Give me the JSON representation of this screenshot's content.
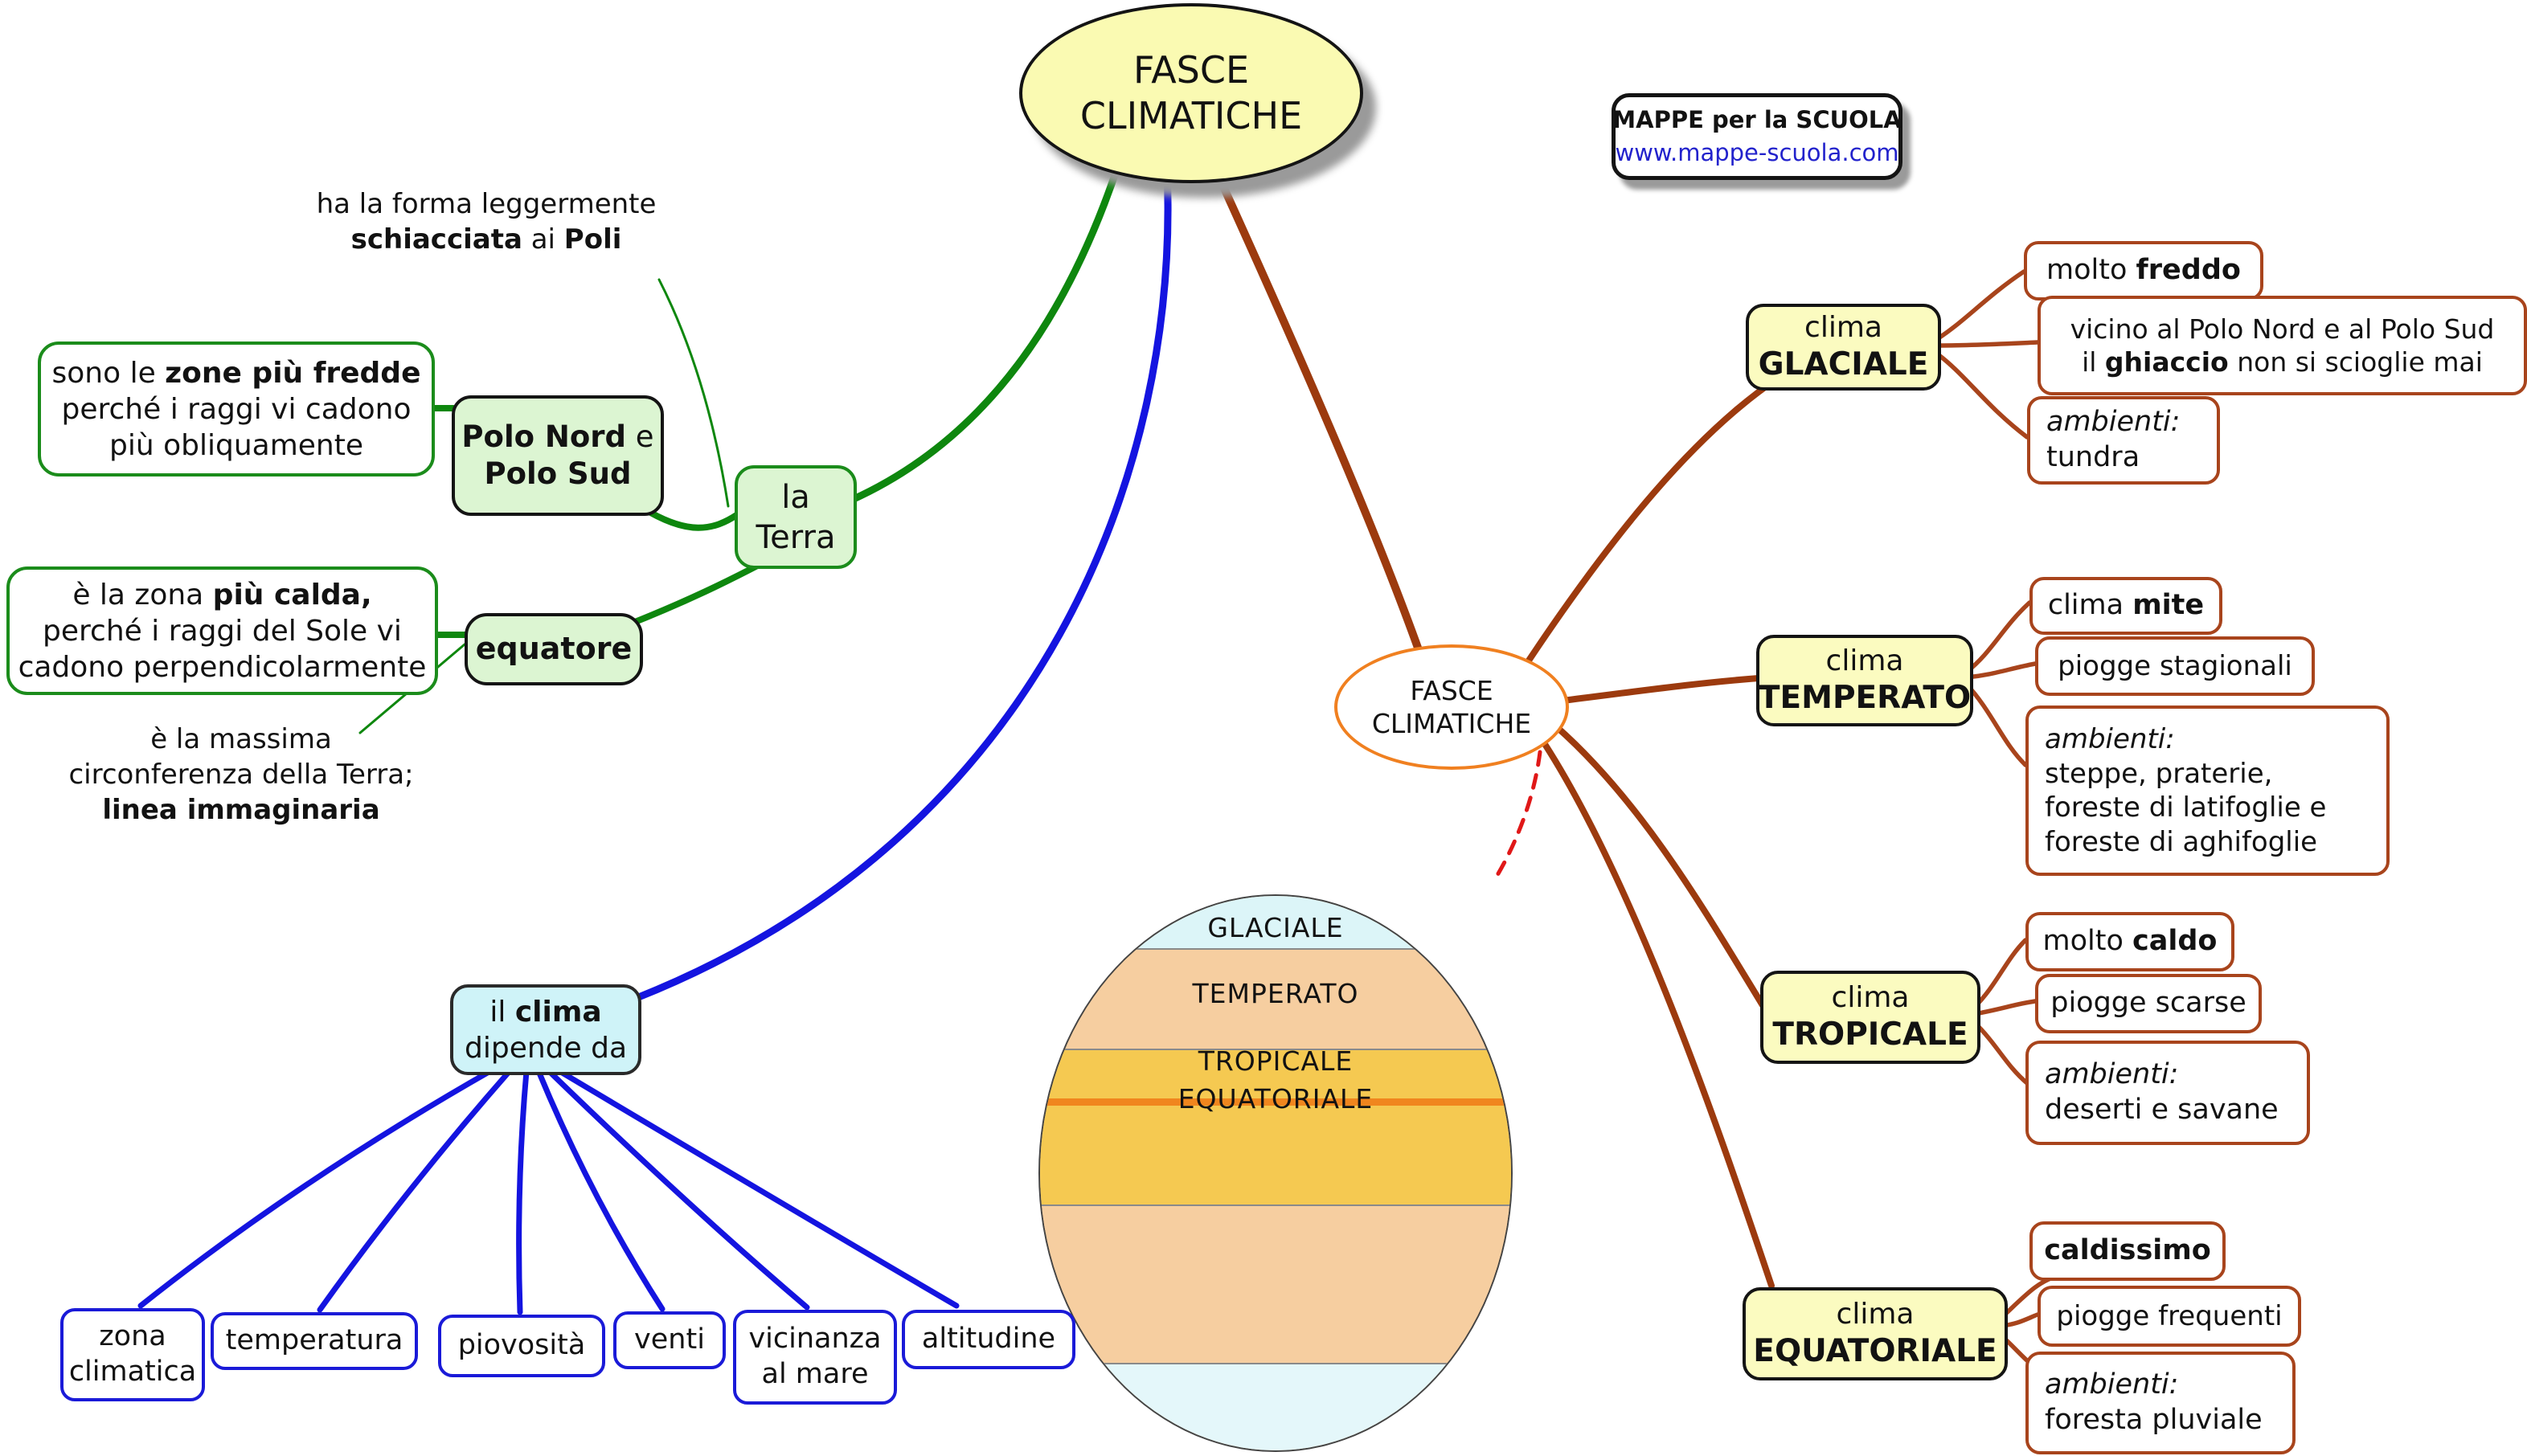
{
  "colors": {
    "green_line": "#0E870E",
    "green_border": "#1B8C1B",
    "green_fill": "#DCF5D2",
    "blue_line": "#1414E0",
    "blue_border": "#1A1AD8",
    "cyan_fill": "#CFF3F8",
    "brown_line": "#9C3A0E",
    "brown_border": "#A8441C",
    "node_yellow": "#FBFBC0",
    "root_yellow": "#FAFAB2",
    "orange_ellipse": "#F08020",
    "red_dashed": "#E01818",
    "url_blue": "#2222CC",
    "globe_blue": "#DCF5F8",
    "globe_peach": "#F6CEA0",
    "globe_yellow": "#F5C951"
  },
  "root": {
    "lines": [
      [
        {
          "t": "FASCE"
        }
      ],
      [
        {
          "t": "CLIMATICHE"
        }
      ]
    ]
  },
  "brand": {
    "title": "MAPPE per la SCUOLA",
    "url": "www.mappe-scuola.com"
  },
  "terra_branch": {
    "forma_note": {
      "lines": [
        [
          {
            "t": "ha la forma leggermente"
          }
        ],
        [
          {
            "t": "schiacciata",
            "b": 1
          },
          {
            "t": " ai "
          },
          {
            "t": "Poli",
            "b": 1
          }
        ]
      ]
    },
    "sono_box": {
      "lines": [
        [
          {
            "t": "sono le "
          },
          {
            "t": "zone più fredde",
            "b": 1
          }
        ],
        [
          {
            "t": "perché i raggi vi cadono"
          }
        ],
        [
          {
            "t": "più obliquamente"
          }
        ]
      ]
    },
    "polo_box": {
      "lines": [
        [
          {
            "t": "Polo Nord",
            "b": 1
          },
          {
            "t": " e"
          }
        ],
        [
          {
            "t": "Polo Sud",
            "b": 1
          }
        ]
      ]
    },
    "terra_box": {
      "lines": [
        [
          {
            "t": "la"
          }
        ],
        [
          {
            "t": "Terra"
          }
        ]
      ]
    },
    "equatore_box": {
      "lines": [
        [
          {
            "t": "equatore",
            "b": 1
          }
        ]
      ]
    },
    "calda_box": {
      "lines": [
        [
          {
            "t": "è la zona "
          },
          {
            "t": "più calda,",
            "b": 1
          }
        ],
        [
          {
            "t": "perché i raggi del Sole vi"
          }
        ],
        [
          {
            "t": "cadono perpendicolarmente"
          }
        ]
      ]
    },
    "massima_note": {
      "lines": [
        [
          {
            "t": "è la massima"
          }
        ],
        [
          {
            "t": "circonferenza della Terra;"
          }
        ],
        [
          {
            "t": "linea immaginaria",
            "b": 1
          }
        ]
      ]
    }
  },
  "clima_branch": {
    "clima_box": {
      "lines": [
        [
          {
            "t": "il "
          },
          {
            "t": "clima",
            "b": 1
          }
        ],
        [
          {
            "t": "dipende da"
          }
        ]
      ]
    },
    "factors": [
      {
        "lines": [
          [
            {
              "t": "zona"
            }
          ],
          [
            {
              "t": "climatica"
            }
          ]
        ]
      },
      {
        "lines": [
          [
            {
              "t": "temperatura"
            }
          ]
        ]
      },
      {
        "lines": [
          [
            {
              "t": "piovosità"
            }
          ]
        ]
      },
      {
        "lines": [
          [
            {
              "t": "venti"
            }
          ]
        ]
      },
      {
        "lines": [
          [
            {
              "t": "vicinanza"
            }
          ],
          [
            {
              "t": "al mare"
            }
          ]
        ]
      },
      {
        "lines": [
          [
            {
              "t": "altitudine"
            }
          ]
        ]
      }
    ]
  },
  "fasce_branch": {
    "ellipse": {
      "lines": [
        [
          {
            "t": "FASCE"
          }
        ],
        [
          {
            "t": "CLIMATICHE"
          }
        ]
      ]
    },
    "groups": [
      {
        "node": {
          "lines": [
            [
              {
                "t": "clima"
              }
            ],
            [
              {
                "t": "GLACIALE",
                "b": 1
              }
            ]
          ]
        },
        "children": [
          {
            "lines": [
              [
                {
                  "t": "molto "
                },
                {
                  "t": "freddo",
                  "b": 1
                }
              ]
            ]
          },
          {
            "lines": [
              [
                {
                  "t": "vicino al Polo Nord e al Polo Sud"
                }
              ],
              [
                {
                  "t": "il "
                },
                {
                  "t": "ghiaccio",
                  "b": 1
                },
                {
                  "t": " non si scioglie mai"
                }
              ]
            ]
          },
          {
            "lines": [
              [
                {
                  "t": "ambienti:",
                  "i": 1
                }
              ],
              [
                {
                  "t": "tundra"
                }
              ]
            ]
          }
        ]
      },
      {
        "node": {
          "lines": [
            [
              {
                "t": "clima"
              }
            ],
            [
              {
                "t": "TEMPERATO",
                "b": 1
              }
            ]
          ]
        },
        "children": [
          {
            "lines": [
              [
                {
                  "t": "clima "
                },
                {
                  "t": "mite",
                  "b": 1
                }
              ]
            ]
          },
          {
            "lines": [
              [
                {
                  "t": "piogge stagionali"
                }
              ]
            ]
          },
          {
            "lines": [
              [
                {
                  "t": "ambienti:",
                  "i": 1
                }
              ],
              [
                {
                  "t": "steppe, praterie,"
                }
              ],
              [
                {
                  "t": "foreste di latifoglie e"
                }
              ],
              [
                {
                  "t": "foreste di aghifoglie"
                }
              ]
            ]
          }
        ]
      },
      {
        "node": {
          "lines": [
            [
              {
                "t": "clima"
              }
            ],
            [
              {
                "t": "TROPICALE",
                "b": 1
              }
            ]
          ]
        },
        "children": [
          {
            "lines": [
              [
                {
                  "t": "molto "
                },
                {
                  "t": "caldo",
                  "b": 1
                }
              ]
            ]
          },
          {
            "lines": [
              [
                {
                  "t": "piogge scarse"
                }
              ]
            ]
          },
          {
            "lines": [
              [
                {
                  "t": "ambienti:",
                  "i": 1
                }
              ],
              [
                {
                  "t": "deserti e savane"
                }
              ]
            ]
          }
        ]
      },
      {
        "node": {
          "lines": [
            [
              {
                "t": "clima"
              }
            ],
            [
              {
                "t": "EQUATORIALE",
                "b": 1
              }
            ]
          ]
        },
        "children": [
          {
            "lines": [
              [
                {
                  "t": "caldissimo",
                  "b": 1
                }
              ]
            ]
          },
          {
            "lines": [
              [
                {
                  "t": "piogge frequenti"
                }
              ]
            ]
          },
          {
            "lines": [
              [
                {
                  "t": "ambienti:",
                  "i": 1
                }
              ],
              [
                {
                  "t": "foresta pluviale"
                }
              ]
            ]
          }
        ]
      }
    ]
  },
  "globe": {
    "labels": [
      "GLACIALE",
      "TEMPERATO",
      "TROPICALE",
      "EQUATORIALE"
    ]
  }
}
